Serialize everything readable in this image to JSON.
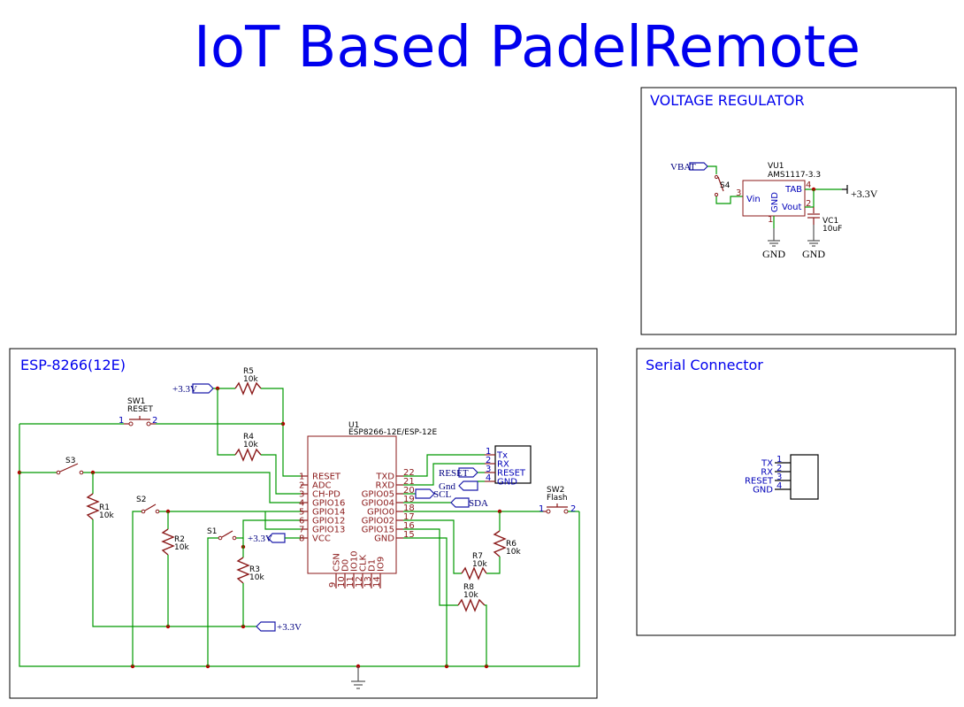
{
  "title": "IoT Based PadelRemote",
  "sheets": {
    "voltage_regulator": "VOLTAGE REGULATOR",
    "esp": "ESP-8266(12E)",
    "serial": "Serial Connector"
  },
  "regulator": {
    "ref": "VU1",
    "part": "AMS1117-3.3",
    "pin_vin": "Vin",
    "pin_gnd": "GND",
    "pin_tab": "TAB",
    "pin_vout": "Vout",
    "pin3": "3",
    "pin1": "1",
    "pin4": "4",
    "pin2": "2",
    "input_label": "VBAT",
    "switch_ref": "S4",
    "output_power": "+3.3V",
    "cap_ref": "VC1",
    "cap_value": "10uF",
    "gnd_left": "GND",
    "gnd_right": "GND"
  },
  "esp": {
    "ref": "U1",
    "part": "ESP8266-12E/ESP-12E",
    "left_pins": [
      {
        "num": "1",
        "name": "RESET"
      },
      {
        "num": "2",
        "name": "ADC"
      },
      {
        "num": "3",
        "name": "CH-PD"
      },
      {
        "num": "4",
        "name": "GPIO16"
      },
      {
        "num": "5",
        "name": "GPIO14"
      },
      {
        "num": "6",
        "name": "GPIO12"
      },
      {
        "num": "7",
        "name": "GPIO13"
      },
      {
        "num": "8",
        "name": "VCC"
      }
    ],
    "right_pins": [
      {
        "num": "22",
        "name": "TXD"
      },
      {
        "num": "21",
        "name": "RXD"
      },
      {
        "num": "20",
        "name": "GPIO05"
      },
      {
        "num": "19",
        "name": "GPIO04"
      },
      {
        "num": "18",
        "name": "GPIO0"
      },
      {
        "num": "17",
        "name": "GPIO02"
      },
      {
        "num": "16",
        "name": "GPIO15"
      },
      {
        "num": "15",
        "name": "GND"
      }
    ],
    "bottom_pins": [
      {
        "num": "9",
        "name": "CSN"
      },
      {
        "num": "10",
        "name": "D0"
      },
      {
        "num": "11",
        "name": "IO10"
      },
      {
        "num": "12",
        "name": "CLK"
      },
      {
        "num": "13",
        "name": "D1"
      },
      {
        "num": "14",
        "name": "IO9"
      }
    ],
    "header_pins": [
      {
        "num": "1",
        "name": "Tx"
      },
      {
        "num": "2",
        "name": "RX"
      },
      {
        "num": "3",
        "name": "RESET"
      },
      {
        "num": "4",
        "name": "GND"
      }
    ],
    "labels": {
      "reset": "RESET",
      "gnd": "Gnd",
      "scl": "SCL",
      "sda": "SDA",
      "p33_top": "+3.3V",
      "p33_vcc": "+3.3V",
      "p33_bottom": "+3.3V"
    },
    "sw1": {
      "ref": "SW1",
      "value": "RESET",
      "p1": "1",
      "p2": "2"
    },
    "sw2": {
      "ref": "SW2",
      "value": "Flash",
      "p1": "1",
      "p2": "2"
    },
    "switches": [
      "S3",
      "S2",
      "S1"
    ],
    "resistors": [
      {
        "ref": "R5",
        "value": "10k"
      },
      {
        "ref": "R4",
        "value": "10k"
      },
      {
        "ref": "R1",
        "value": "10k"
      },
      {
        "ref": "R2",
        "value": "10k"
      },
      {
        "ref": "R3",
        "value": "10k"
      },
      {
        "ref": "R6",
        "value": "10k"
      },
      {
        "ref": "R7",
        "value": "10k"
      },
      {
        "ref": "R8",
        "value": "10k"
      }
    ]
  },
  "serial": {
    "pins": [
      {
        "num": "1",
        "name": "TX"
      },
      {
        "num": "2",
        "name": "RX"
      },
      {
        "num": "3",
        "name": "RESET"
      },
      {
        "num": "4",
        "name": "GND"
      }
    ]
  }
}
